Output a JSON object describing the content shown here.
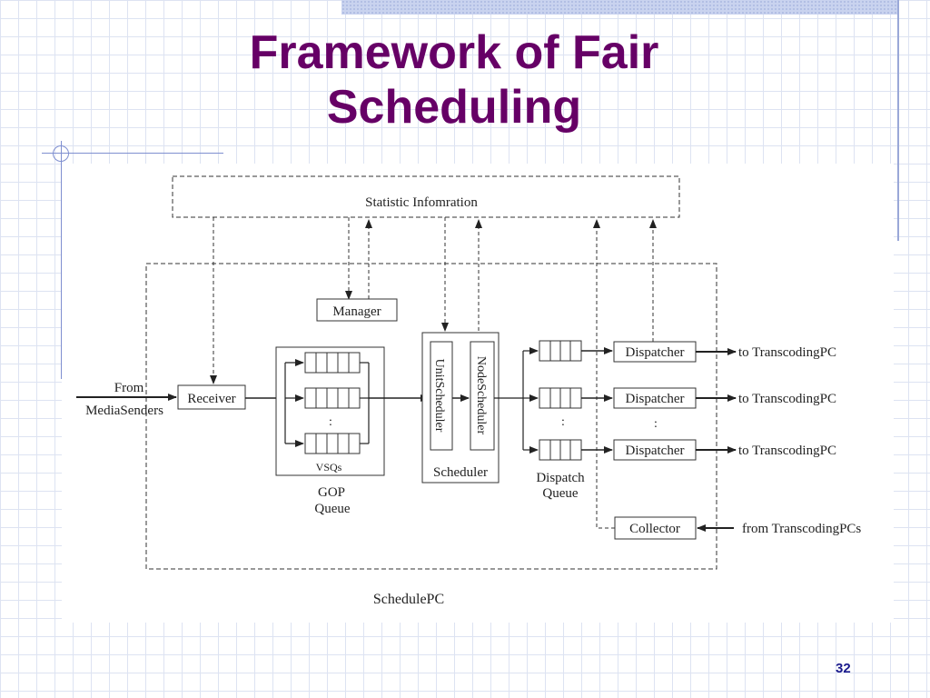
{
  "slide": {
    "title_line1": "Framework of Fair",
    "title_line2": "Scheduling",
    "slide_number": "32"
  },
  "diagram": {
    "statistic_box": "Statistic Infomration",
    "manager": "Manager",
    "receiver": "Receiver",
    "from_line1": "From",
    "from_line2": "MediaSenders",
    "vsqs": "VSQs",
    "gop_line1": "GOP",
    "gop_line2": "Queue",
    "unit_scheduler": "UnitScheduler",
    "node_scheduler": "NodeScheduler",
    "scheduler": "Scheduler",
    "dispatch_line1": "Dispatch",
    "dispatch_line2": "Queue",
    "dispatchers": [
      "Dispatcher",
      "Dispatcher",
      "Dispatcher"
    ],
    "to_transcoding": [
      "to TranscodingPC",
      "to TranscodingPC",
      "to TranscodingPC"
    ],
    "collector": "Collector",
    "from_transcoding": "from TranscodingPCs",
    "schedulepc": "SchedulePC",
    "ellipsis_vsq": ":",
    "ellipsis_dispatch_queue": ":",
    "ellipsis_dispatcher": ":"
  },
  "colors": {
    "title": "#660066",
    "slide_number": "#1a1a8c",
    "grid": "#dde3f2"
  }
}
